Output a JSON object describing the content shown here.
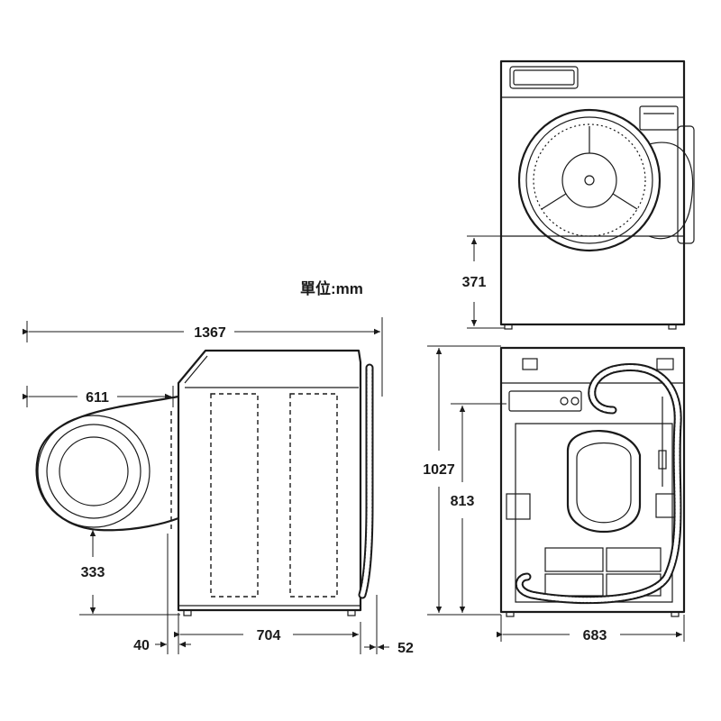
{
  "unit_label": "單位:mm",
  "dimensions": {
    "total_depth": "1367",
    "door_swing": "611",
    "door_center_height": "333",
    "front_offset": "40",
    "cabinet_depth": "704",
    "rear_clearance": "52",
    "base_height": "371",
    "total_height": "1027",
    "back_hose_height": "813",
    "width": "683"
  }
}
